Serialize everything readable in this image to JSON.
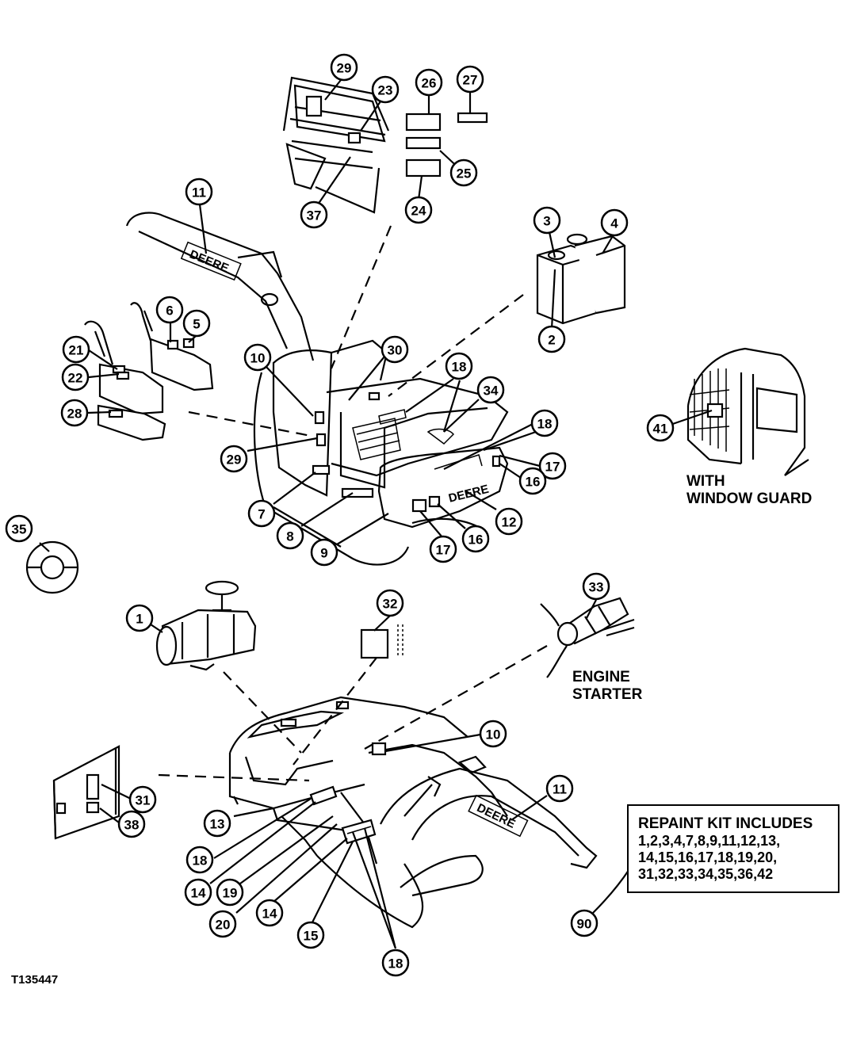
{
  "callout_numbers": {
    "top": [
      "29",
      "23",
      "26",
      "27",
      "25",
      "37",
      "24",
      "11",
      "3",
      "4",
      "2",
      "6",
      "5",
      "21",
      "22",
      "28",
      "10",
      "30",
      "18",
      "34",
      "18",
      "41",
      "29",
      "17",
      "16",
      "12",
      "7",
      "8",
      "9",
      "17",
      "16",
      "35"
    ],
    "bottom": [
      "33",
      "32",
      "1",
      "10",
      "11",
      "31",
      "38",
      "13",
      "18",
      "14",
      "19",
      "20",
      "14",
      "15",
      "18",
      "90"
    ]
  },
  "labels": {
    "window_guard_line1": "WITH",
    "window_guard_line2": "WINDOW GUARD",
    "engine_starter_line1": "ENGINE",
    "engine_starter_line2": "STARTER",
    "decal_text": "DEERE"
  },
  "repaint_kit": {
    "title": "REPAINT KIT INCLUDES",
    "lines": [
      "1,2,3,4,7,8,9,11,12,13,",
      "14,15,16,17,18,19,20,",
      "31,32,33,34,35,36,42"
    ]
  },
  "figure_id": "T135447"
}
